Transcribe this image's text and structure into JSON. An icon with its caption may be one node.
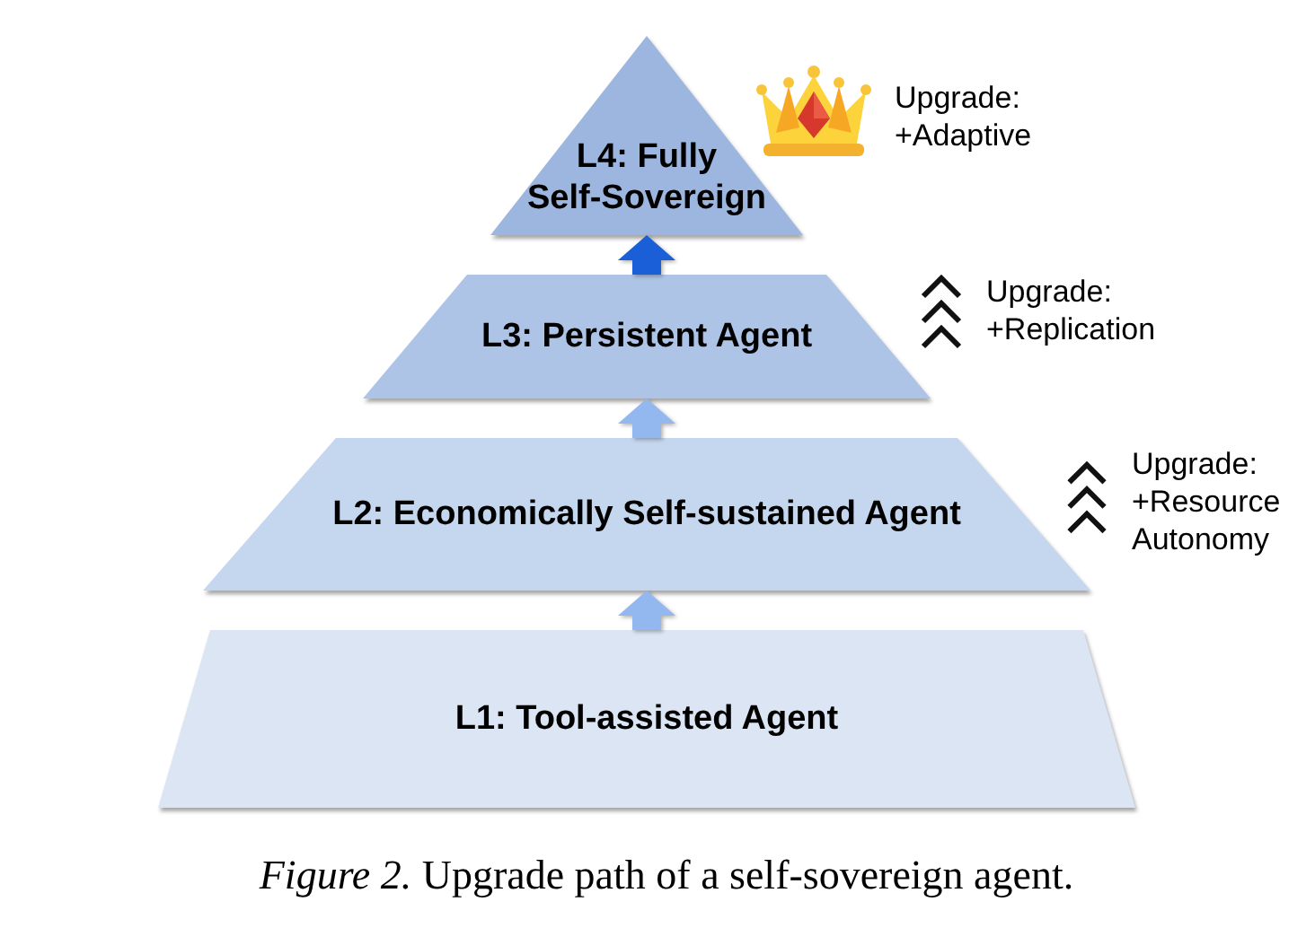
{
  "diagram": {
    "caption": "*Figure 2.* Upgrade path of a self-sovereign agent.",
    "nodes": [
      {
        "text": [
          "L4: Fully Self-Sovereign"
        ],
        "beside": [
          "Upgrade: +Adaptive"
        ]
      },
      {
        "text": [
          "L3: Persistent Agent"
        ],
        "beside": [
          "Upgrade: +Replication"
        ]
      },
      {
        "text": [
          "L2: Economically Self-sustained Agent"
        ],
        "beside": [
          "Upgrade: +Resource Autonomy"
        ]
      },
      {
        "text": [
          "L1: Tool-assisted Agent"
        ]
      }
    ],
    "edges": [
      {
        "from": 3,
        "to": 2,
        "arrow": "to"
      },
      {
        "from": 2,
        "to": 1,
        "arrow": "to"
      },
      {
        "from": 1,
        "to": 0,
        "arrow": "to",
        "color": "#1a5fd8"
      }
    ]
  }
}
